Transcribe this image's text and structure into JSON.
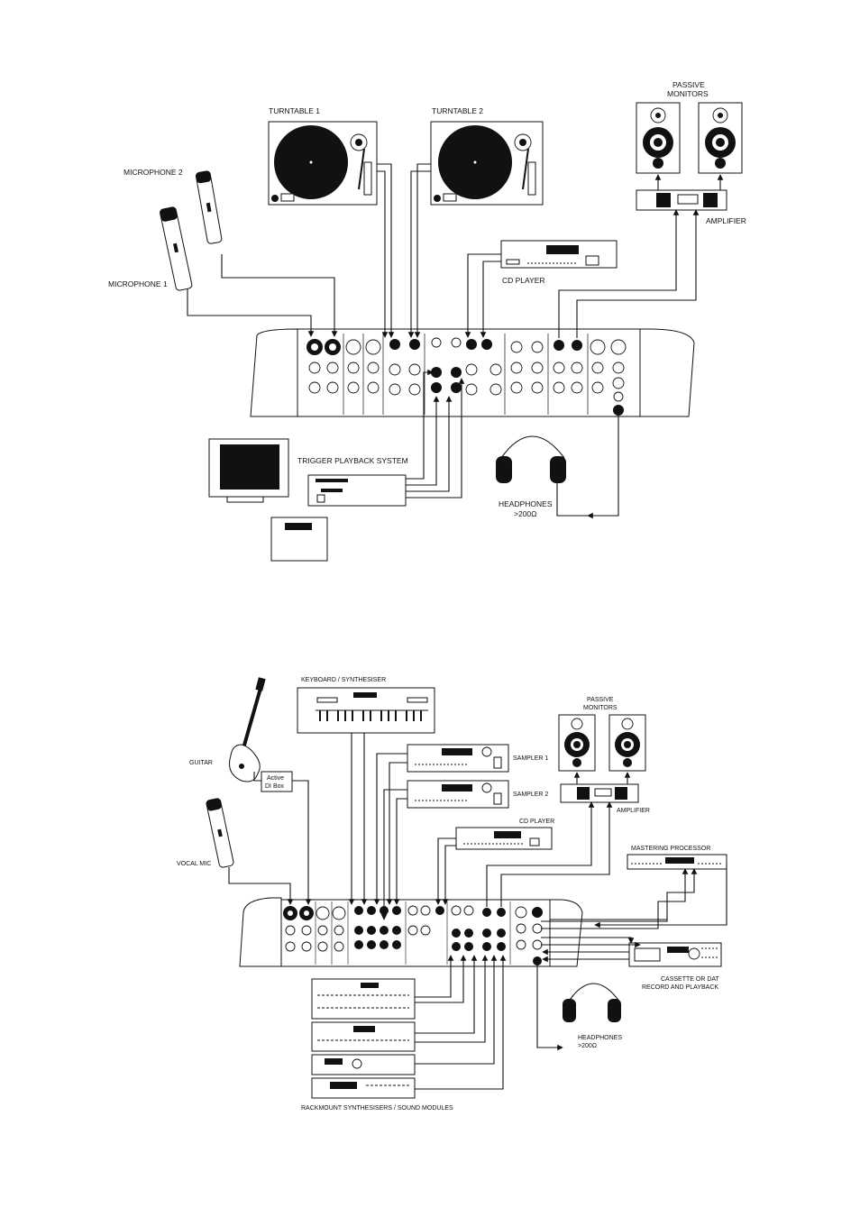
{
  "top": {
    "turntable_1": "TURNTABLE 1",
    "turntable_2": "TURNTABLE 2",
    "passive_monitors_1": "PASSIVE",
    "passive_monitors_2": "MONITORS",
    "microphone_2": "MICROPHONE 2",
    "microphone_1": "MICROPHONE 1",
    "amplifier": "AMPLIFIER",
    "cd_player": "CD PLAYER",
    "trigger_playback": "TRIGGER PLAYBACK SYSTEM",
    "headphones": "HEADPHONES",
    "headphones_imp": ">200Ω"
  },
  "bottom": {
    "keyboard": "KEYBOARD / SYNTHESISER",
    "sampler_1": "SAMPLER 1",
    "sampler_2": "SAMPLER 2",
    "guitar": "GUITAR",
    "di_box_1": "Active",
    "di_box_2": "DI Box",
    "passive_monitors_1": "PASSIVE",
    "passive_monitors_2": "MONITORS",
    "amplifier": "AMPLIFIER",
    "cd_player": "CD PLAYER",
    "vocal_mic": "VOCAL MIC",
    "mastering": "MASTERING PROCESSOR",
    "cassette_1": "CASSETTE OR DAT",
    "cassette_2": "RECORD AND PLAYBACK",
    "headphones": "HEADPHONES",
    "headphones_imp": ">200Ω",
    "rackmount": "RACKMOUNT SYNTHESISERS / SOUND MODULES"
  }
}
